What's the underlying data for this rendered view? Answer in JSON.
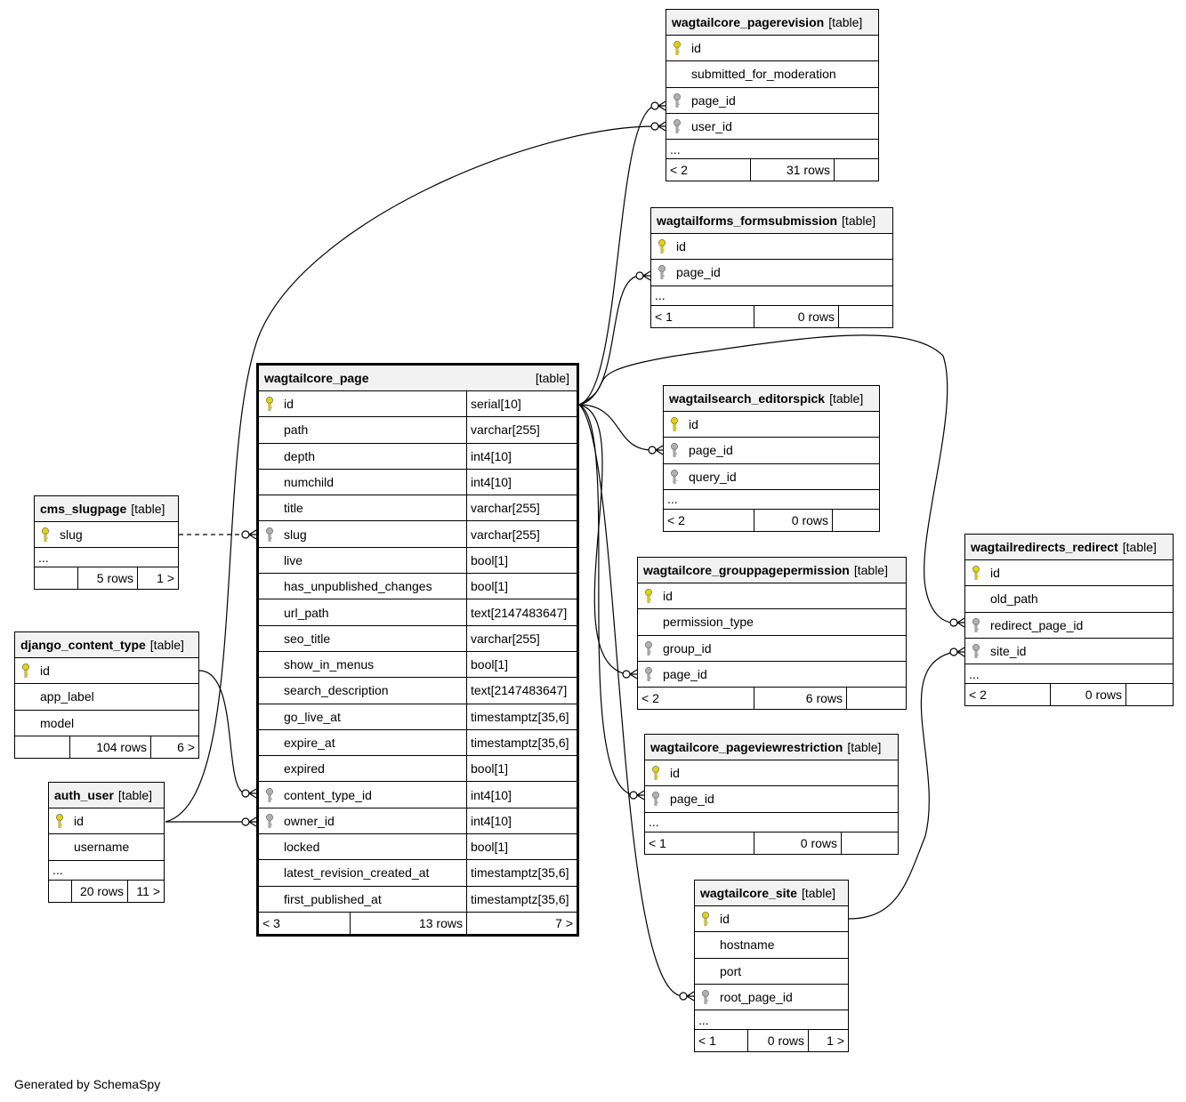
{
  "footer_text": "Generated by SchemaSpy",
  "colors": {
    "primary_key": "#e6d300",
    "foreign_key": "#b0b0b0",
    "header_bg": "#f2f2f2",
    "line": "#000000"
  },
  "tables": {
    "wagtailcore_pagerevision": {
      "name": "wagtailcore_pagerevision",
      "kind": "[table]",
      "columns": [
        {
          "name": "id",
          "key": "pk"
        },
        {
          "name": "submitted_for_moderation",
          "key": ""
        },
        {
          "name": "page_id",
          "key": "fk"
        },
        {
          "name": "user_id",
          "key": "fk"
        }
      ],
      "more": "...",
      "parents": "< 2",
      "rows": "31 rows",
      "children": ""
    },
    "wagtailforms_formsubmission": {
      "name": "wagtailforms_formsubmission",
      "kind": "[table]",
      "columns": [
        {
          "name": "id",
          "key": "pk"
        },
        {
          "name": "page_id",
          "key": "fk"
        }
      ],
      "more": "...",
      "parents": "< 1",
      "rows": "0 rows",
      "children": ""
    },
    "wagtailsearch_editorspick": {
      "name": "wagtailsearch_editorspick",
      "kind": "[table]",
      "columns": [
        {
          "name": "id",
          "key": "pk"
        },
        {
          "name": "page_id",
          "key": "fk"
        },
        {
          "name": "query_id",
          "key": "fk"
        }
      ],
      "more": "...",
      "parents": "< 2",
      "rows": "0 rows",
      "children": ""
    },
    "wagtailcore_grouppagepermission": {
      "name": "wagtailcore_grouppagepermission",
      "kind": "[table]",
      "columns": [
        {
          "name": "id",
          "key": "pk"
        },
        {
          "name": "permission_type",
          "key": ""
        },
        {
          "name": "group_id",
          "key": "fk"
        },
        {
          "name": "page_id",
          "key": "fk"
        }
      ],
      "more": null,
      "parents": "< 2",
      "rows": "6 rows",
      "children": ""
    },
    "wagtailcore_pageviewrestriction": {
      "name": "wagtailcore_pageviewrestriction",
      "kind": "[table]",
      "columns": [
        {
          "name": "id",
          "key": "pk"
        },
        {
          "name": "page_id",
          "key": "fk"
        }
      ],
      "more": "...",
      "parents": "< 1",
      "rows": "0 rows",
      "children": ""
    },
    "wagtailcore_site": {
      "name": "wagtailcore_site",
      "kind": "[table]",
      "columns": [
        {
          "name": "id",
          "key": "pk"
        },
        {
          "name": "hostname",
          "key": ""
        },
        {
          "name": "port",
          "key": ""
        },
        {
          "name": "root_page_id",
          "key": "fk"
        }
      ],
      "more": "...",
      "parents": "< 1",
      "rows": "0 rows",
      "children": "1 >"
    },
    "wagtailredirects_redirect": {
      "name": "wagtailredirects_redirect",
      "kind": "[table]",
      "columns": [
        {
          "name": "id",
          "key": "pk"
        },
        {
          "name": "old_path",
          "key": ""
        },
        {
          "name": "redirect_page_id",
          "key": "fk"
        },
        {
          "name": "site_id",
          "key": "fk"
        }
      ],
      "more": "...",
      "parents": "< 2",
      "rows": "0 rows",
      "children": ""
    },
    "cms_slugpage": {
      "name": "cms_slugpage",
      "kind": "[table]",
      "columns": [
        {
          "name": "slug",
          "key": "pk"
        }
      ],
      "more": "...",
      "parents": "",
      "rows": "5 rows",
      "children": "1 >"
    },
    "django_content_type": {
      "name": "django_content_type",
      "kind": "[table]",
      "columns": [
        {
          "name": "id",
          "key": "pk"
        },
        {
          "name": "app_label",
          "key": ""
        },
        {
          "name": "model",
          "key": ""
        }
      ],
      "more": null,
      "parents": "",
      "rows": "104 rows",
      "children": "6 >"
    },
    "auth_user": {
      "name": "auth_user",
      "kind": "[table]",
      "columns": [
        {
          "name": "id",
          "key": "pk"
        },
        {
          "name": "username",
          "key": ""
        }
      ],
      "more": "...",
      "parents": "",
      "rows": "20 rows",
      "children": "11 >"
    },
    "wagtailcore_page": {
      "name": "wagtailcore_page",
      "kind": "[table]",
      "columns": [
        {
          "name": "id",
          "key": "pk",
          "type": "serial[10]"
        },
        {
          "name": "path",
          "key": "",
          "type": "varchar[255]"
        },
        {
          "name": "depth",
          "key": "",
          "type": "int4[10]"
        },
        {
          "name": "numchild",
          "key": "",
          "type": "int4[10]"
        },
        {
          "name": "title",
          "key": "",
          "type": "varchar[255]"
        },
        {
          "name": "slug",
          "key": "fk",
          "type": "varchar[255]"
        },
        {
          "name": "live",
          "key": "",
          "type": "bool[1]"
        },
        {
          "name": "has_unpublished_changes",
          "key": "",
          "type": "bool[1]"
        },
        {
          "name": "url_path",
          "key": "",
          "type": "text[2147483647]"
        },
        {
          "name": "seo_title",
          "key": "",
          "type": "varchar[255]"
        },
        {
          "name": "show_in_menus",
          "key": "",
          "type": "bool[1]"
        },
        {
          "name": "search_description",
          "key": "",
          "type": "text[2147483647]"
        },
        {
          "name": "go_live_at",
          "key": "",
          "type": "timestamptz[35,6]"
        },
        {
          "name": "expire_at",
          "key": "",
          "type": "timestamptz[35,6]"
        },
        {
          "name": "expired",
          "key": "",
          "type": "bool[1]"
        },
        {
          "name": "content_type_id",
          "key": "fk",
          "type": "int4[10]"
        },
        {
          "name": "owner_id",
          "key": "fk",
          "type": "int4[10]"
        },
        {
          "name": "locked",
          "key": "",
          "type": "bool[1]"
        },
        {
          "name": "latest_revision_created_at",
          "key": "",
          "type": "timestamptz[35,6]"
        },
        {
          "name": "first_published_at",
          "key": "",
          "type": "timestamptz[35,6]"
        }
      ],
      "more": null,
      "parents": "< 3",
      "rows": "13 rows",
      "children": "7 >"
    }
  }
}
